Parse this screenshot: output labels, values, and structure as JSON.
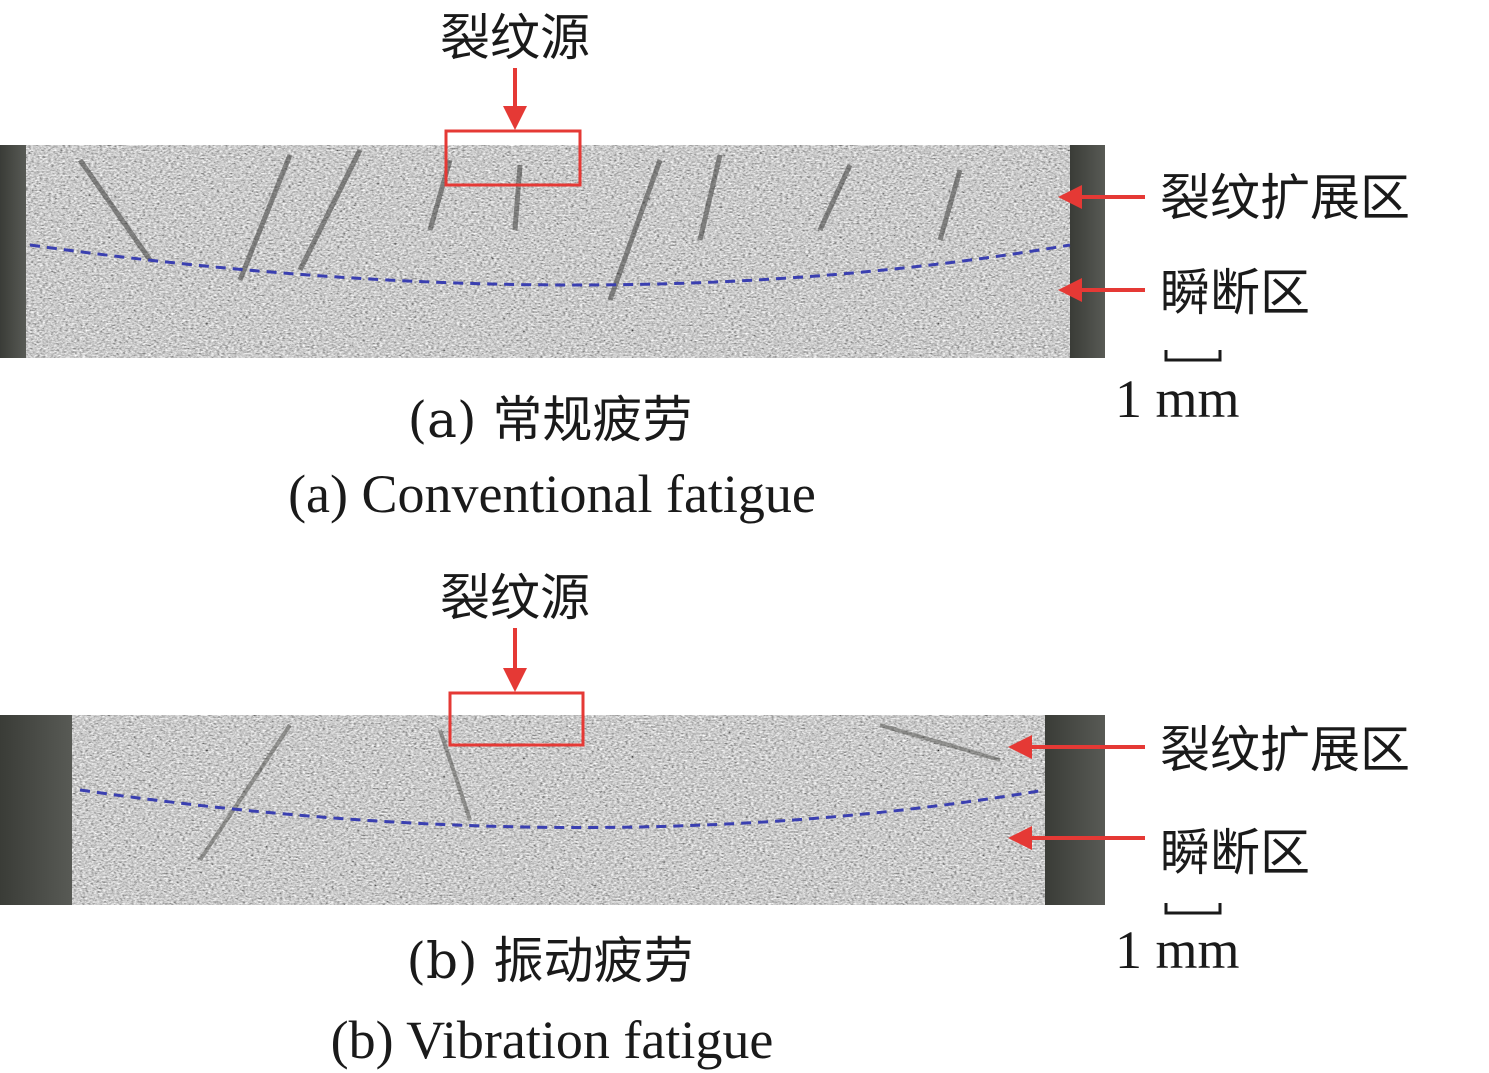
{
  "colors": {
    "annotation_red": "#e53935",
    "boundary_blue": "#3a3fb0",
    "text": "#1a1a1a"
  },
  "panels": [
    {
      "crack_source_label": "裂纹源",
      "propagation_zone_label": "裂纹扩展区",
      "final_fracture_zone_label": "瞬断区",
      "scale_label": "1 mm",
      "caption_zh": "(a)  常规疲劳",
      "caption_en": "(a)  Conventional fatigue"
    },
    {
      "crack_source_label": "裂纹源",
      "propagation_zone_label": "裂纹扩展区",
      "final_fracture_zone_label": "瞬断区",
      "scale_label": "1 mm",
      "caption_zh": "(b)  振动疲劳",
      "caption_en": "(b)  Vibration fatigue"
    }
  ]
}
